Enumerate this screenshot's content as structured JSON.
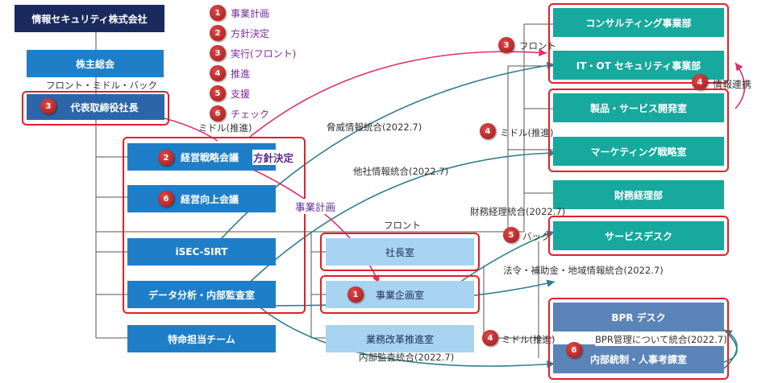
{
  "company": "情報セキュリティ株式会社",
  "shareholders": "株主総会",
  "front_mid_back": "フロント・ミドル・バック",
  "ceo": {
    "badge": "3",
    "label": "代表取締役社長"
  },
  "legend": [
    {
      "num": "1",
      "text": "事業計画"
    },
    {
      "num": "2",
      "text": "方針決定"
    },
    {
      "num": "3",
      "text": "実行(フロント)"
    },
    {
      "num": "4",
      "text": "推進"
    },
    {
      "num": "5",
      "text": "支援"
    },
    {
      "num": "6",
      "text": "チェック"
    }
  ],
  "left_group": {
    "header": "ミドル(推進)",
    "meeting1": {
      "badge": "2",
      "label": "経営戦略会議"
    },
    "meeting2": {
      "badge": "6",
      "label": "経営向上会議"
    },
    "sirt": "iSEC-SIRT",
    "audit": "データ分析・内部監査室",
    "special": "特命担当チーム"
  },
  "center": {
    "front_label": "フロント",
    "president_office": "社長室",
    "planning": {
      "badge": "1",
      "label": "事業企画室"
    },
    "bpr_promo": "業務改革推進室",
    "bpr_badge": "4",
    "bpr_side": "ミドル(推進)"
  },
  "right": {
    "front": {
      "badge": "3",
      "label": "フロント"
    },
    "consulting": "コンサルティング事業部",
    "itot": "IT・OT セキュリティ事業部",
    "info_link": {
      "badge": "4",
      "label": "情報連携"
    },
    "middle": {
      "badge": "4",
      "label": "ミドル(推進)"
    },
    "product": "製品・サービス開発室",
    "marketing": "マーケティング戦略室",
    "finance": "財務経理部",
    "back": {
      "badge": "5",
      "label": "バック"
    },
    "service_desk": "サービスデスク",
    "bpr_desk": "BPR デスク",
    "internal": {
      "badge": "6",
      "label": "内部統制・人事考課室"
    }
  },
  "arrows": {
    "policy": "方針決定",
    "plan": "事業計画",
    "threat": "脅威情報統合(2022.7)",
    "other_co": "他社情報統合(2022.7)",
    "finance_int": "財務経理統合(2022.7)",
    "law_int": "法令・補助金・地域情報統合(2022.7)",
    "audit_int": "内部監査統合(2022.7)",
    "bpr_int": "BPR管理について統合(2022.7)"
  }
}
